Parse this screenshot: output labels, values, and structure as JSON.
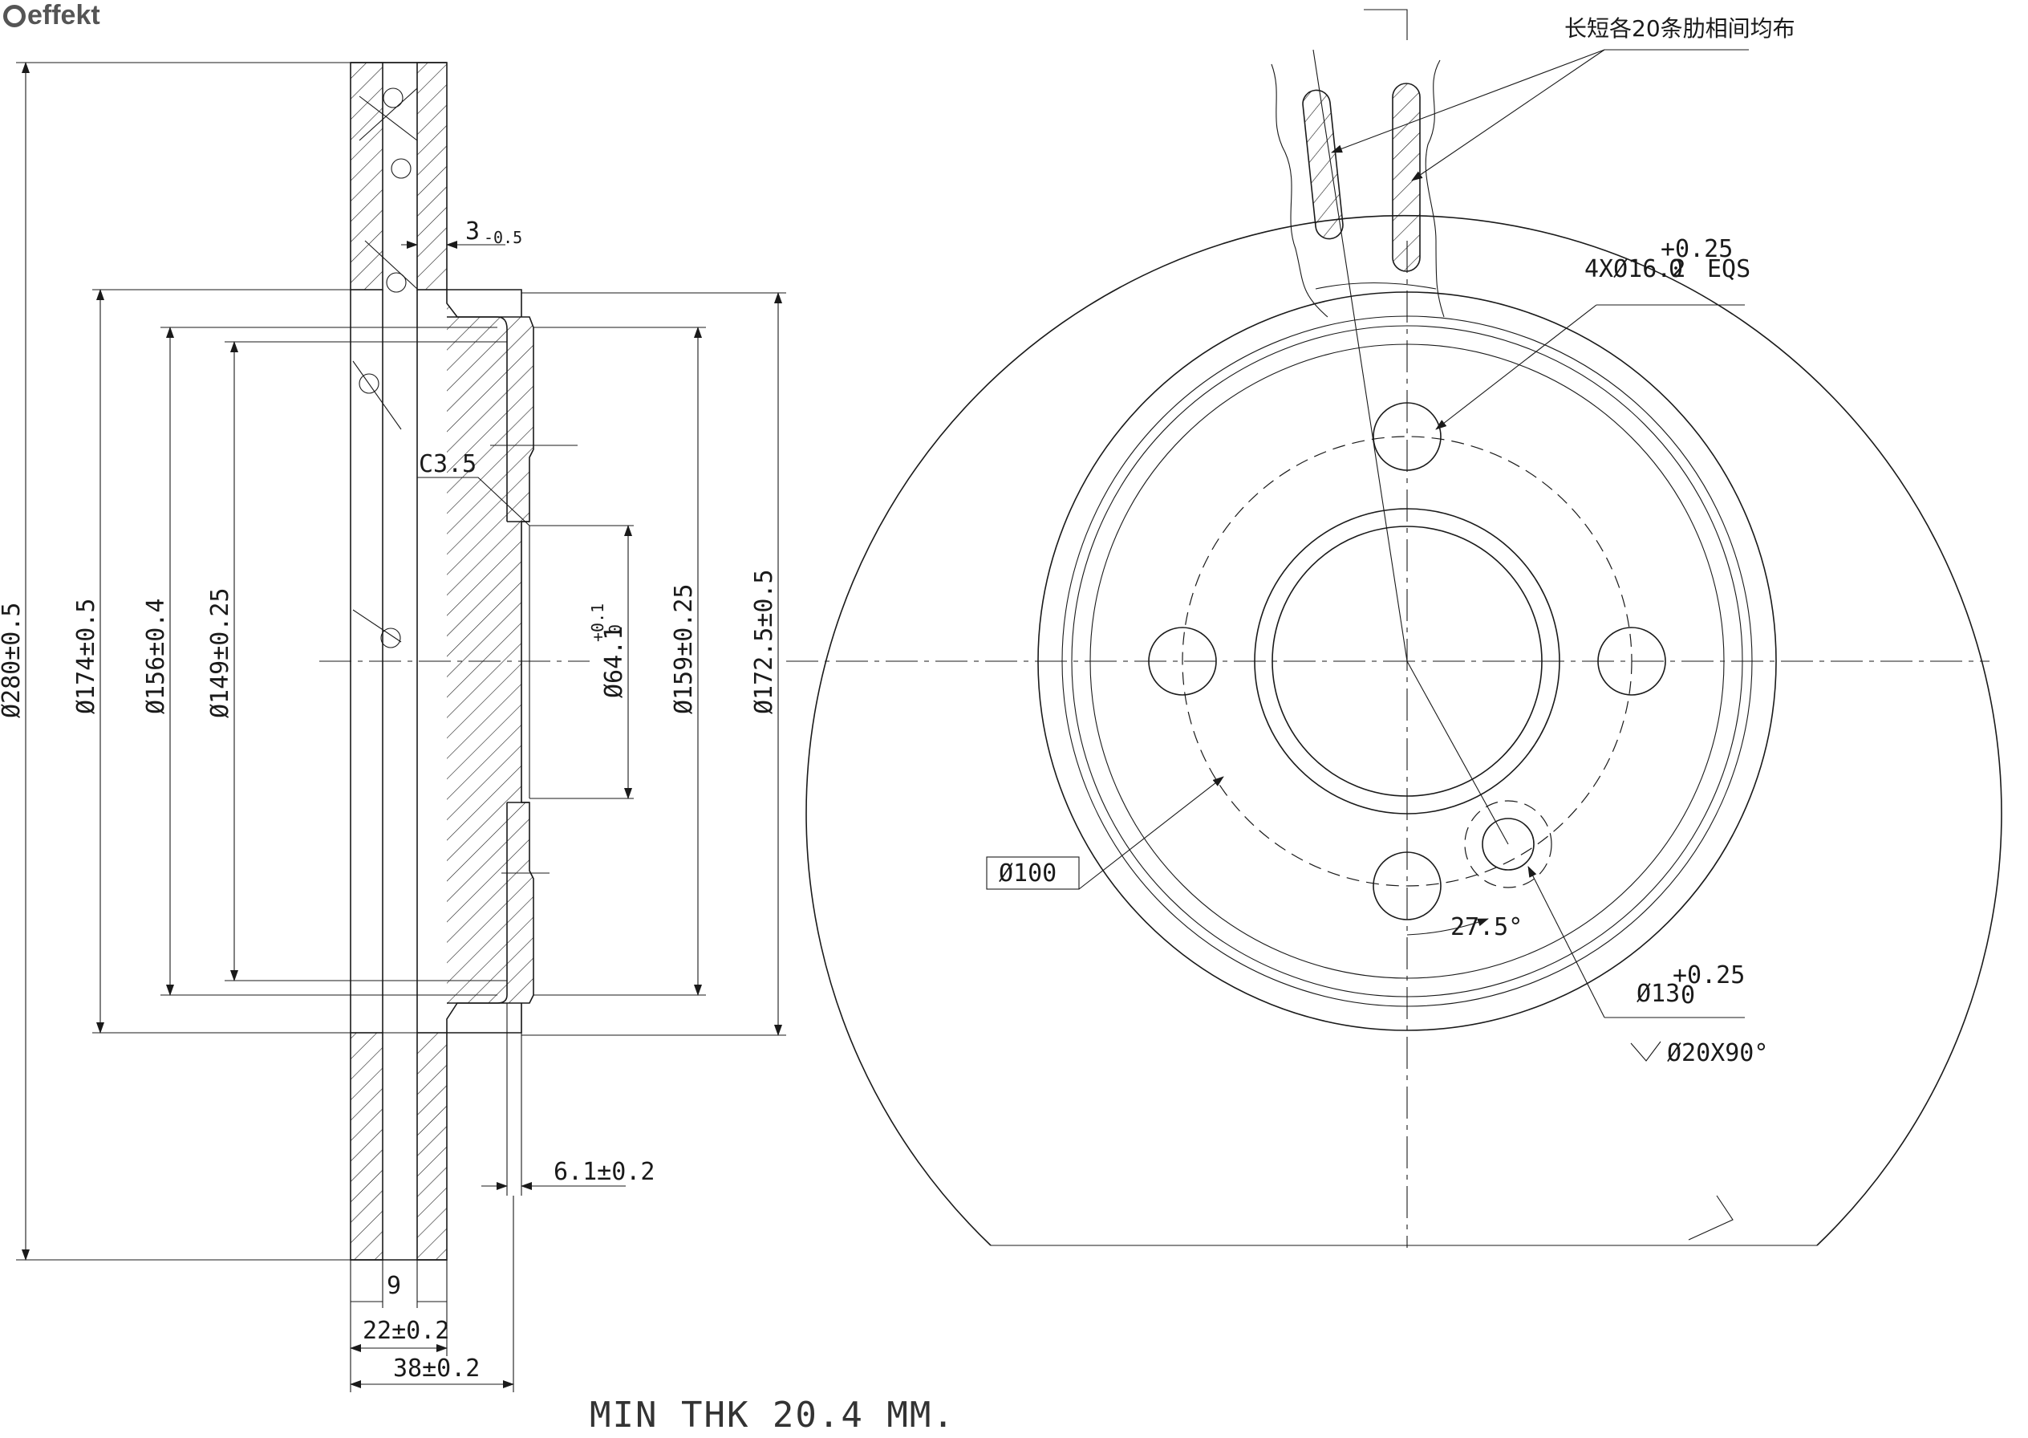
{
  "brand": {
    "name": "effekt",
    "icon": "effekt-logo-icon"
  },
  "side_view": {
    "dims": {
      "d280": "Ø280±0.5",
      "d174": "Ø174±0.5",
      "d156": "Ø156±0.4",
      "d149": "Ø149±0.25",
      "d64": "Ø64.1",
      "d64_tol_upper": "+0.1",
      "d64_tol_lower": "0",
      "d159": "Ø159±0.25",
      "d172": "Ø172.5±0.5",
      "vent": "3",
      "vent_tol": "-0.5",
      "chamfer": "C3.5",
      "hat_thk": "6.1±0.2",
      "gap": "9",
      "disc_thk": "22±0.2",
      "overall": "38±0.2"
    }
  },
  "front_view": {
    "ribs_note": "长短各20条肋相间均布",
    "holes": "4XØ16.2",
    "holes_tol_upper": "+0.25",
    "holes_tol_lower": "0",
    "holes_suffix": "EQS",
    "pcd": "Ø100",
    "angle": "27.5°",
    "pin": "Ø13",
    "pin_tol_upper": "+0.25",
    "pin_tol_lower": "0",
    "countersink": "Ø20X90°"
  },
  "note": "MIN THK 20.4 MM."
}
